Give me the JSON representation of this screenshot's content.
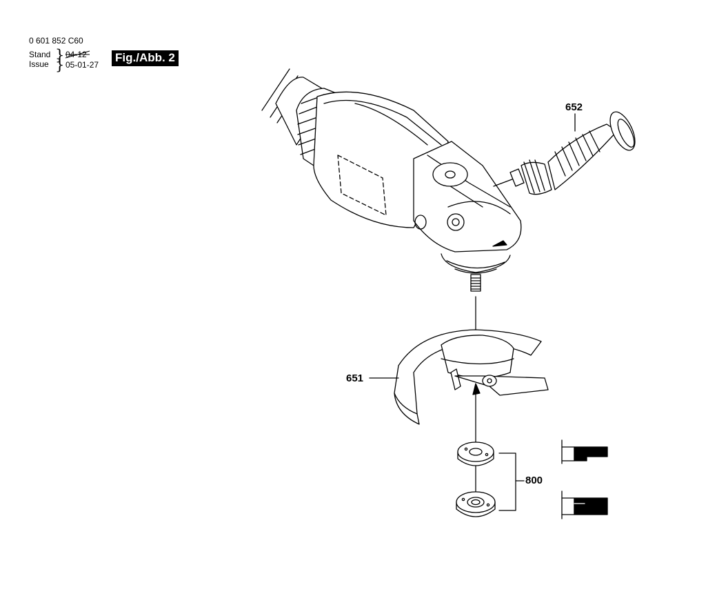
{
  "header": {
    "drawing_number": "0 601 852 C60",
    "stand_label": "Stand",
    "issue_label": "Issue",
    "old_date": "04-12",
    "issue_date": "05-01-27",
    "figure_tag": "Fig./Abb. 2"
  },
  "callouts": {
    "handle": "652",
    "guard": "651",
    "flange_set": "800"
  }
}
